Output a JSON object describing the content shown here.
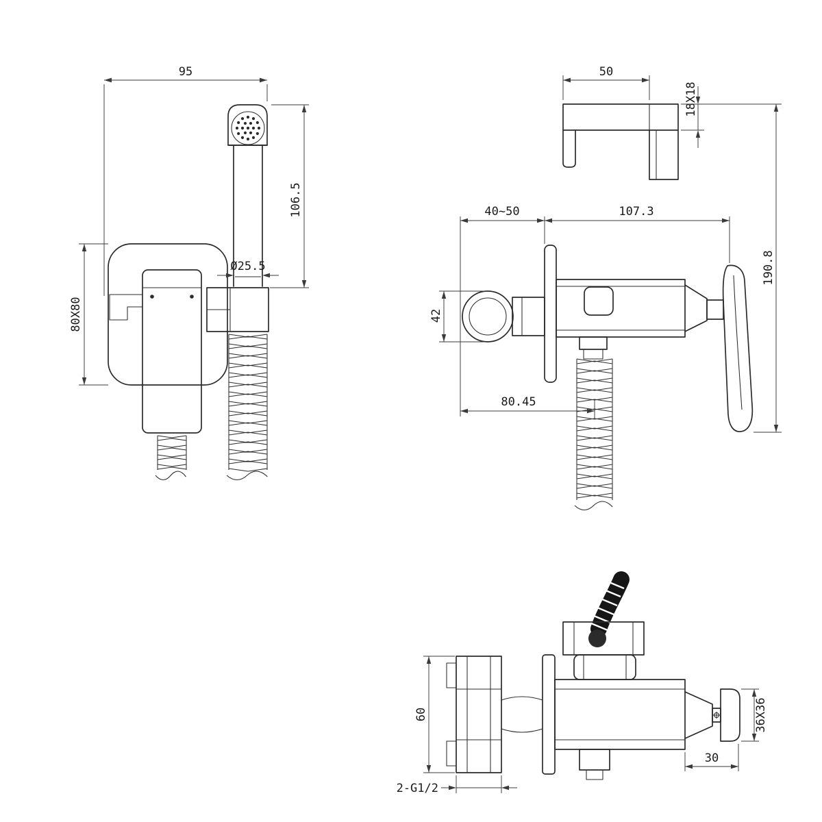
{
  "drawing": {
    "front_view": {
      "overall_width": "95",
      "sprayer_height": "106.5",
      "sprayer_diameter": "Ø25.5",
      "wall_plate_size": "80X80"
    },
    "side_view": {
      "holder_width": "50",
      "holder_section": "18X18",
      "wall_depth_range": "40~50",
      "body_projection": "107.3",
      "inlet_diameter": "42",
      "overall_height": "190.8",
      "hose_offset": "80.45"
    },
    "plan_view": {
      "valve_height": "60",
      "thread_spec": "2-G1/2",
      "handle_depth": "30",
      "handle_plate_size": "36X36"
    }
  }
}
